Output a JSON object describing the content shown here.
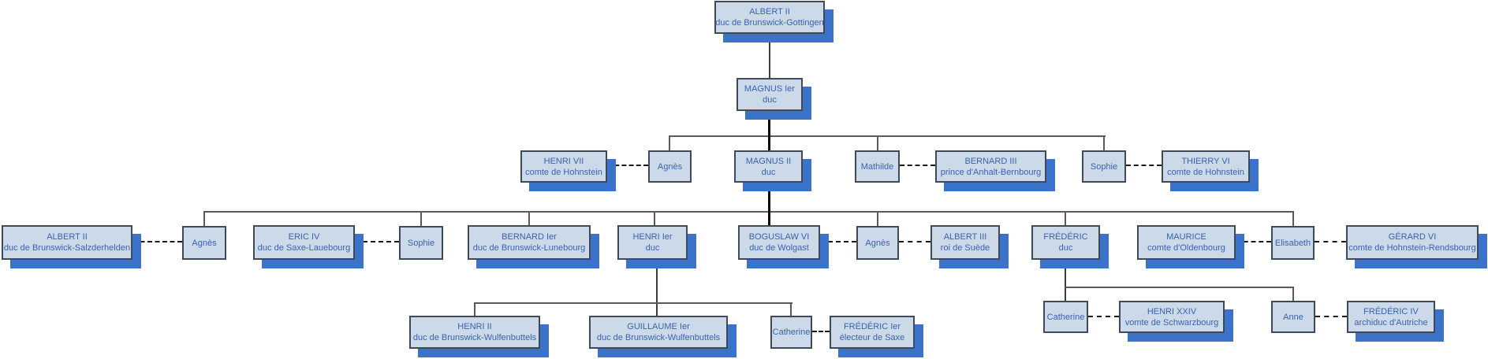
{
  "colors": {
    "box_fill": "#ccd9e9",
    "box_border": "#3e4a59",
    "box_text": "#3a63ae",
    "box_shadow_accent": "#3b73cb",
    "descent_line": "#5a5a5a",
    "main_descent_line": "#0a0a0a",
    "marriage_dash_line": "#1a1a1a"
  },
  "nodes": [
    {
      "name": "ALBERT II",
      "title": "duc de Brunswick-Gottingen"
    },
    {
      "name": "MAGNUS Ier",
      "title": "duc"
    },
    {
      "name": "HENRI VII",
      "title": "comte de Hohnstein"
    },
    {
      "name": "Agnès",
      "title": ""
    },
    {
      "name": "MAGNUS II",
      "title": "duc"
    },
    {
      "name": "Mathilde",
      "title": ""
    },
    {
      "name": "BERNARD III",
      "title": "prince d'Anhalt-Bernbourg"
    },
    {
      "name": "Sophie",
      "title": ""
    },
    {
      "name": "THIERRY VI",
      "title": "comte de Hohnstein"
    },
    {
      "name": "ALBERT II",
      "title": "duc de Brunswick-Salzderhelden"
    },
    {
      "name": "Agnès",
      "title": ""
    },
    {
      "name": "ERIC IV",
      "title": "duc de Saxe-Lauebourg"
    },
    {
      "name": "Sophie",
      "title": ""
    },
    {
      "name": "BERNARD Ier",
      "title": "duc de Brunswick-Lunebourg"
    },
    {
      "name": "HENRI Ier",
      "title": "duc"
    },
    {
      "name": "BOGUSLAW VI",
      "title": "duc de Wolgast"
    },
    {
      "name": "Agnès",
      "title": ""
    },
    {
      "name": "ALBERT III",
      "title": "roi de Suède"
    },
    {
      "name": "FRÉDÉRIC",
      "title": "duc"
    },
    {
      "name": "MAURICE",
      "title": "comte d'Oldenbourg"
    },
    {
      "name": "Elisabeth",
      "title": ""
    },
    {
      "name": "GÉRARD VI",
      "title": "comte de Hohnstein-Rendsbourg"
    },
    {
      "name": "HENRI II",
      "title": "duc de Brunswick-Wulfenbuttels"
    },
    {
      "name": "GUILLAUME Ier",
      "title": "duc de Brunswick-Wulfenbuttels"
    },
    {
      "name": "Catherine",
      "title": ""
    },
    {
      "name": "FRÉDÉRIC Ier",
      "title": "électeur de Saxe"
    },
    {
      "name": "Catherine",
      "title": ""
    },
    {
      "name": "HENRI XXIV",
      "title": "vomte de Schwarzbourg"
    },
    {
      "name": "Anne",
      "title": ""
    },
    {
      "name": "FRÉDÉRIC IV",
      "title": "archiduc d'Autriche"
    }
  ]
}
